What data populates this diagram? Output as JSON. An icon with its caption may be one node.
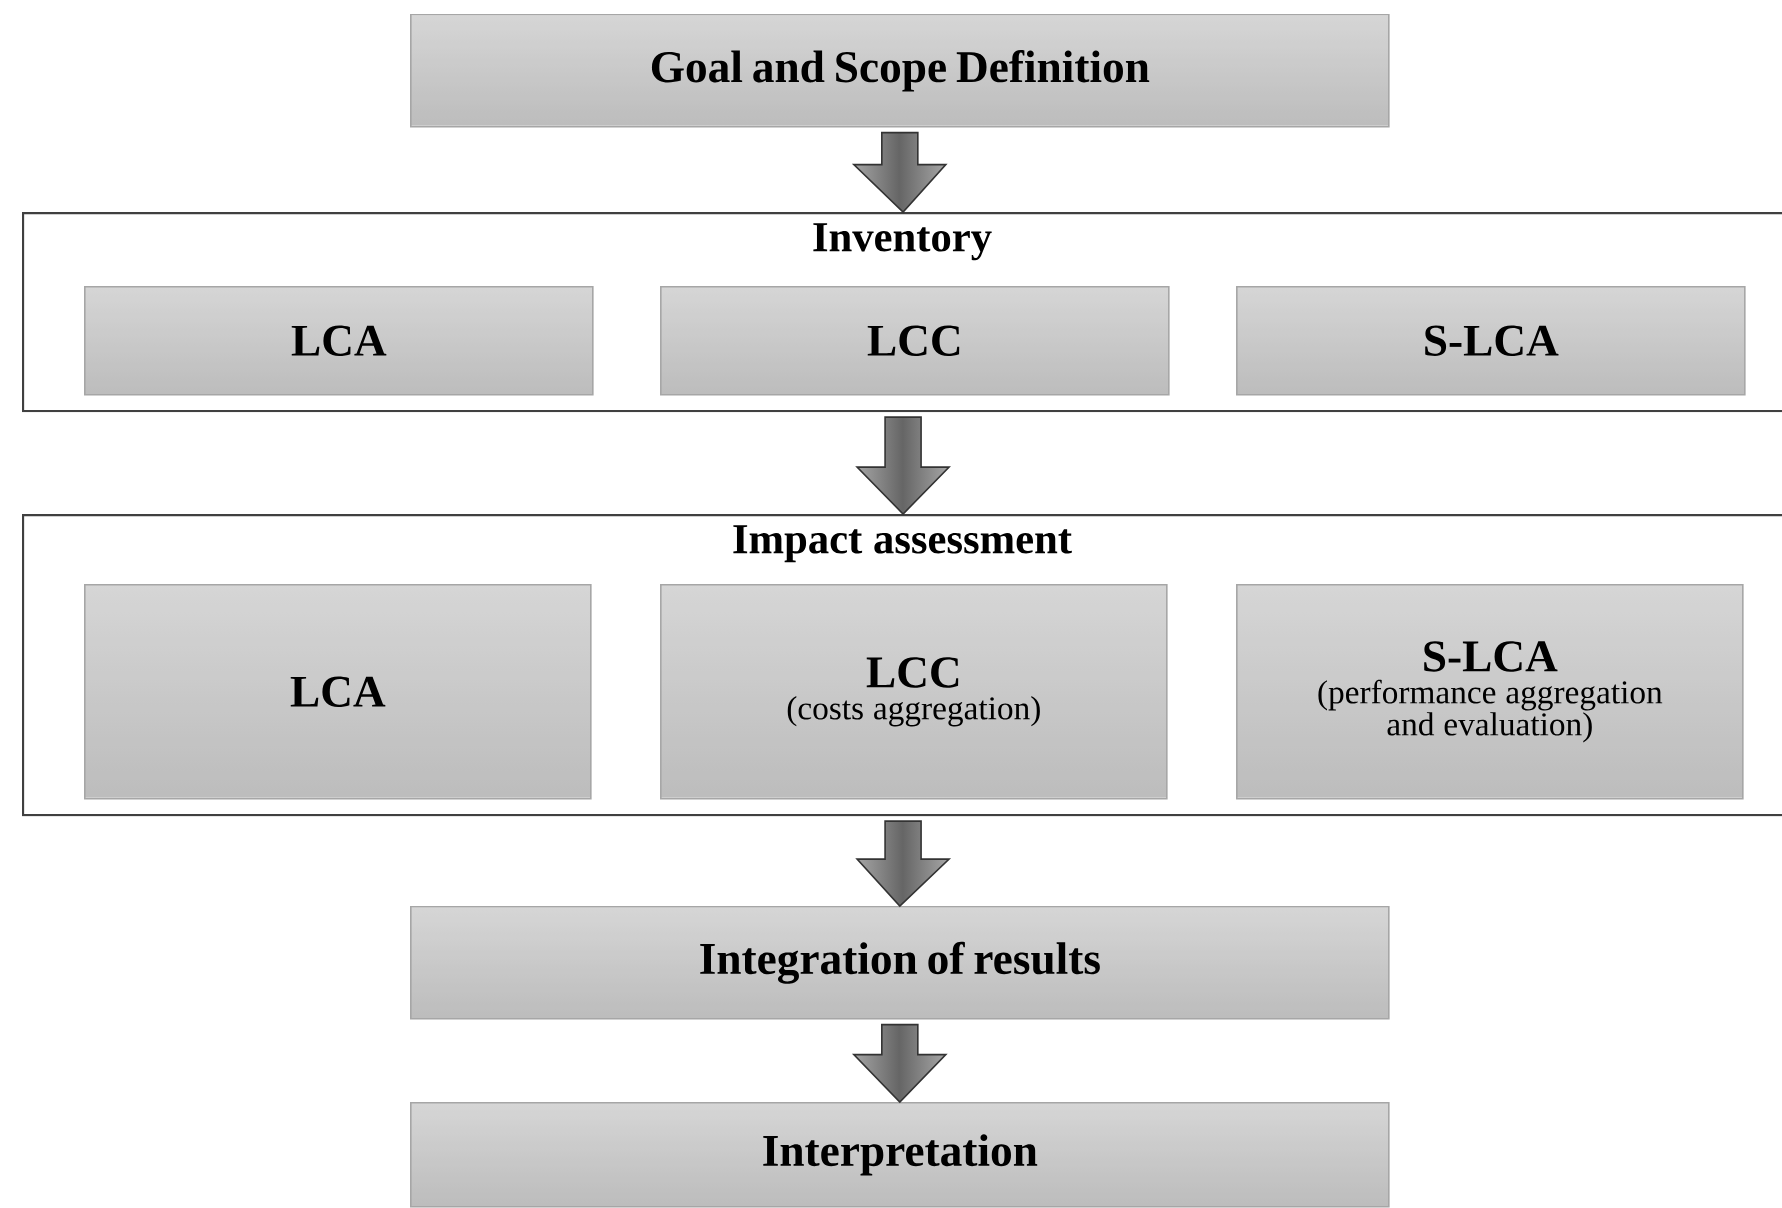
{
  "diagram": {
    "nodes": [
      {
        "text": [
          "Goal and Scope Definition"
        ]
      },
      {
        "text": [
          "Inventory"
        ]
      },
      {
        "text": [
          "LCA"
        ],
        "in": 1
      },
      {
        "text": [
          "LCC"
        ],
        "in": 1
      },
      {
        "text": [
          "S-LCA"
        ],
        "in": 1
      },
      {
        "text": [
          "Impact assessment"
        ]
      },
      {
        "text": [
          "LCA"
        ],
        "in": 5
      },
      {
        "text": [
          "LCC",
          "(costs aggregation)"
        ],
        "in": 5
      },
      {
        "text": [
          "S-LCA",
          "(performance aggregation and evaluation)"
        ],
        "in": 5
      },
      {
        "text": [
          "Integration of results"
        ]
      },
      {
        "text": [
          "Interpretation"
        ]
      }
    ],
    "edges": [
      {
        "from": 0,
        "to": 1,
        "arrow": "to"
      },
      {
        "from": 1,
        "to": 5,
        "arrow": "to"
      },
      {
        "from": 5,
        "to": 9,
        "arrow": "to"
      },
      {
        "from": 9,
        "to": 10,
        "arrow": "to"
      }
    ]
  }
}
